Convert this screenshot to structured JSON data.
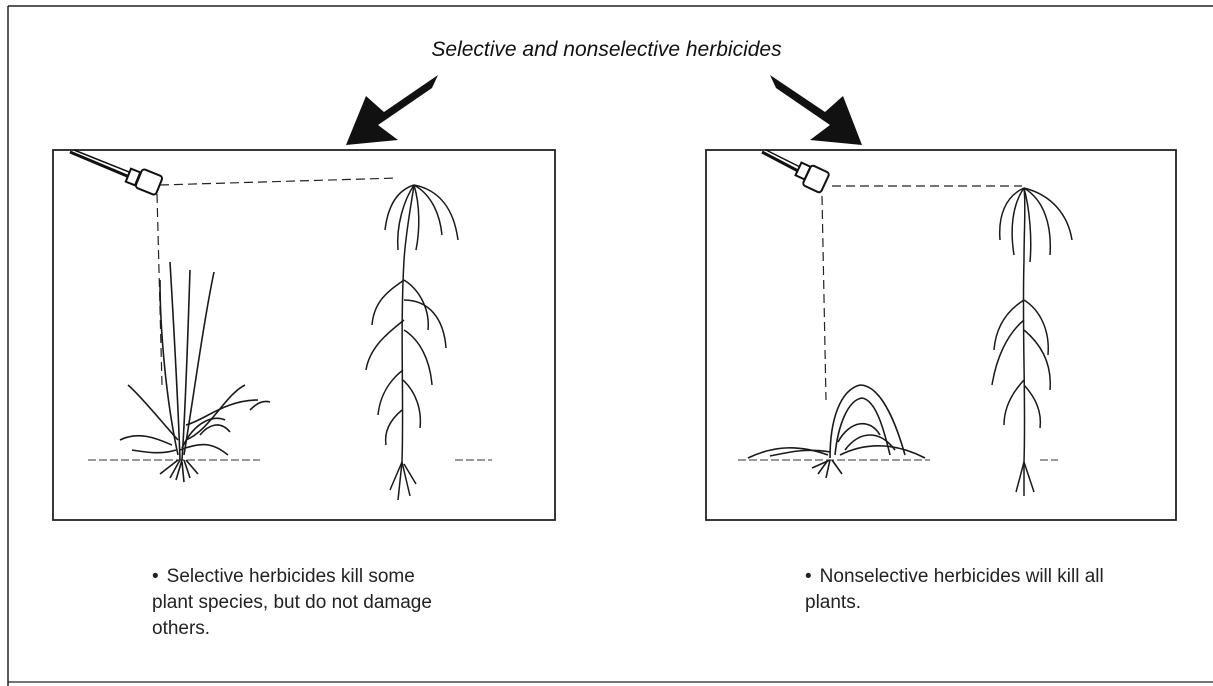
{
  "title": "Selective and nonselective herbicides",
  "panels": [
    {
      "caption": "Selective herbicides kill some plant species, but do not damage others."
    },
    {
      "caption": "Nonselective herbicides will kill all plants."
    }
  ],
  "colors": {
    "ink": "#1a1a1a",
    "background": "#ffffff"
  },
  "icons": [
    "arrow-down-right-icon",
    "arrow-down-left-icon",
    "spray-nozzle-icon"
  ]
}
